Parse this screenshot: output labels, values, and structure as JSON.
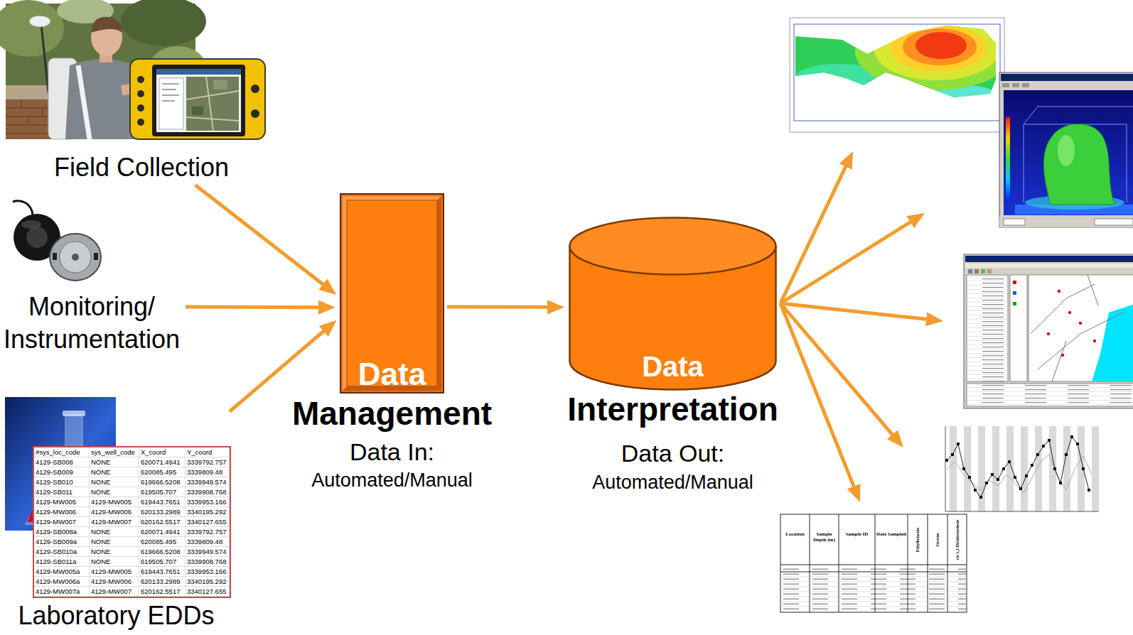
{
  "diagram": {
    "nodes": [
      {
        "text": [
          "Field Collection"
        ]
      },
      {
        "text": [
          "Monitoring/ Instrumentation"
        ]
      },
      {
        "text": [
          "Laboratory EDDs"
        ]
      },
      {
        "text": [
          "Data",
          "Management",
          "Data In:",
          "Automated/Manual"
        ]
      },
      {
        "text": [
          "Data",
          "Interpretation",
          "Data Out:",
          "Automated/Manual"
        ]
      }
    ],
    "edges": [
      {
        "from": 0,
        "to": 3,
        "arrow": "to"
      },
      {
        "from": 1,
        "to": 3,
        "arrow": "to"
      },
      {
        "from": 2,
        "to": 3,
        "arrow": "to"
      },
      {
        "from": 3,
        "to": 4,
        "arrow": "to"
      }
    ],
    "labels": [
      "#sys_loc_code",
      "sys_well_code",
      "X_coord",
      "Y_coord",
      "4129-SB008",
      "NONE",
      "620071.4941",
      "3339792.757",
      "4129-SB009",
      "NONE",
      "620085.495",
      "3339809.48",
      "4129-SB010",
      "NONE",
      "619666.5208",
      "3339949.574",
      "4129-SB011",
      "NONE",
      "619505.707",
      "3339908.768",
      "4129-MW005",
      "4129-MW005",
      "619443.7651",
      "3339953.166",
      "4129-MW006",
      "4129-MW006",
      "620133.2989",
      "3340195.292",
      "4129-MW007",
      "4129-MW007",
      "620162.5517",
      "3340127.655",
      "4129-SB008a",
      "NONE",
      "620071.4941",
      "3339792.757",
      "4129-SB009a",
      "NONE",
      "620085.495",
      "3339809.48",
      "4129-SB010a",
      "NONE",
      "619666.5208",
      "3339949.574",
      "4129-SB011a",
      "NONE",
      "619505.707",
      "3339908.768",
      "4129-MW005a",
      "4129-MW005",
      "619443.7651",
      "3339953.166",
      "4129-MW006a",
      "4129-MW006",
      "620133.2989",
      "3340195.292",
      "4129-MW007a",
      "4129-MW007",
      "620162.5517",
      "3340127.655",
      "Location",
      "Sample Depth (m)",
      "Sample ID",
      "Date Sampled",
      "Ethylbenzene",
      "Styrene",
      "cis-1,2-Dichloroethene"
    ]
  }
}
